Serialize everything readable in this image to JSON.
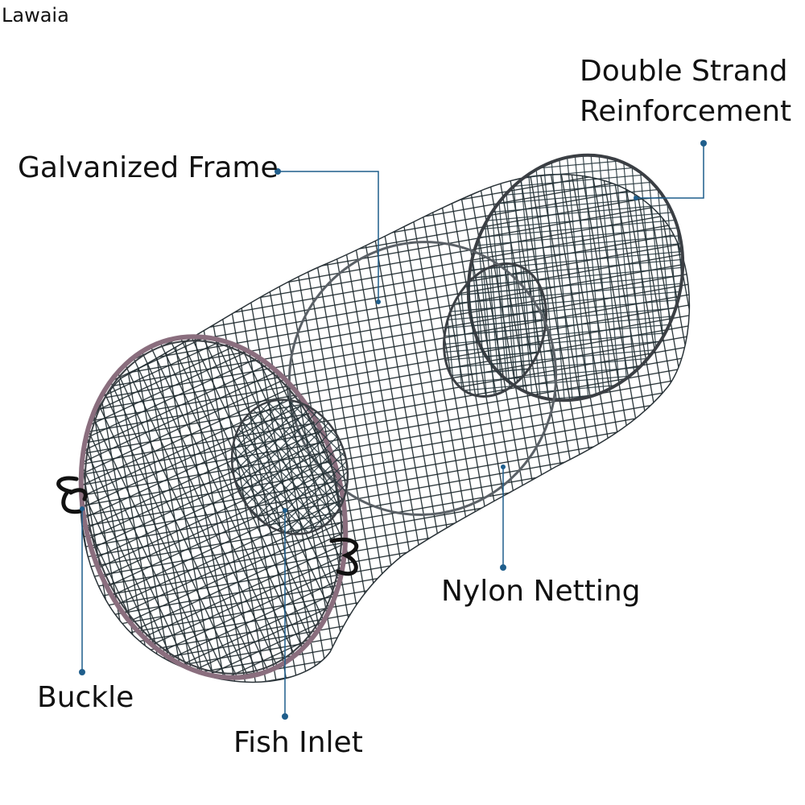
{
  "brand": "Lawaia",
  "labels": {
    "double_strand_line1": "Double Strand",
    "double_strand_line2": "Reinforcement",
    "galvanized_frame": "Galvanized Frame",
    "nylon_netting": "Nylon Netting",
    "buckle": "Buckle",
    "fish_inlet": "Fish Inlet"
  },
  "colors": {
    "callout": "#1f5e8c",
    "net": "#1e2a2e",
    "frame": "#4a4f55",
    "rope": "#8a6e7e"
  }
}
